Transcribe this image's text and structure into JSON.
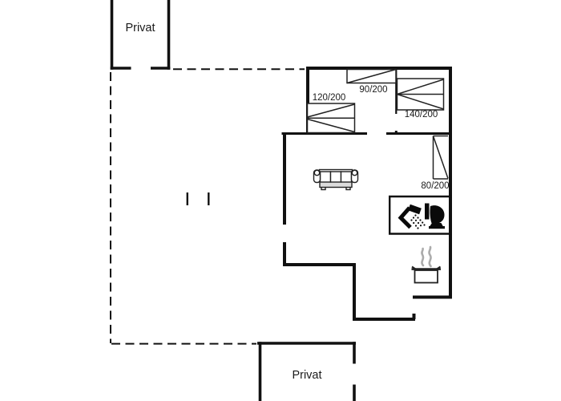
{
  "rooms": {
    "private_top": {
      "label": "Privat"
    },
    "private_bottom": {
      "label": "Privat"
    }
  },
  "beds": {
    "bed_120": {
      "label": "120/200"
    },
    "bed_90": {
      "label": "90/200"
    },
    "bed_140": {
      "label": "140/200"
    },
    "bed_80": {
      "label": "80/200"
    }
  },
  "icons": {
    "sofa": "sofa-icon",
    "shower": "shower-icon",
    "toilet": "toilet-icon",
    "pot": "cooking-pot-icon",
    "steam": "steam-icon"
  },
  "colors": {
    "wall": "#111111",
    "steam": "#ababab",
    "background": "#ffffff"
  }
}
